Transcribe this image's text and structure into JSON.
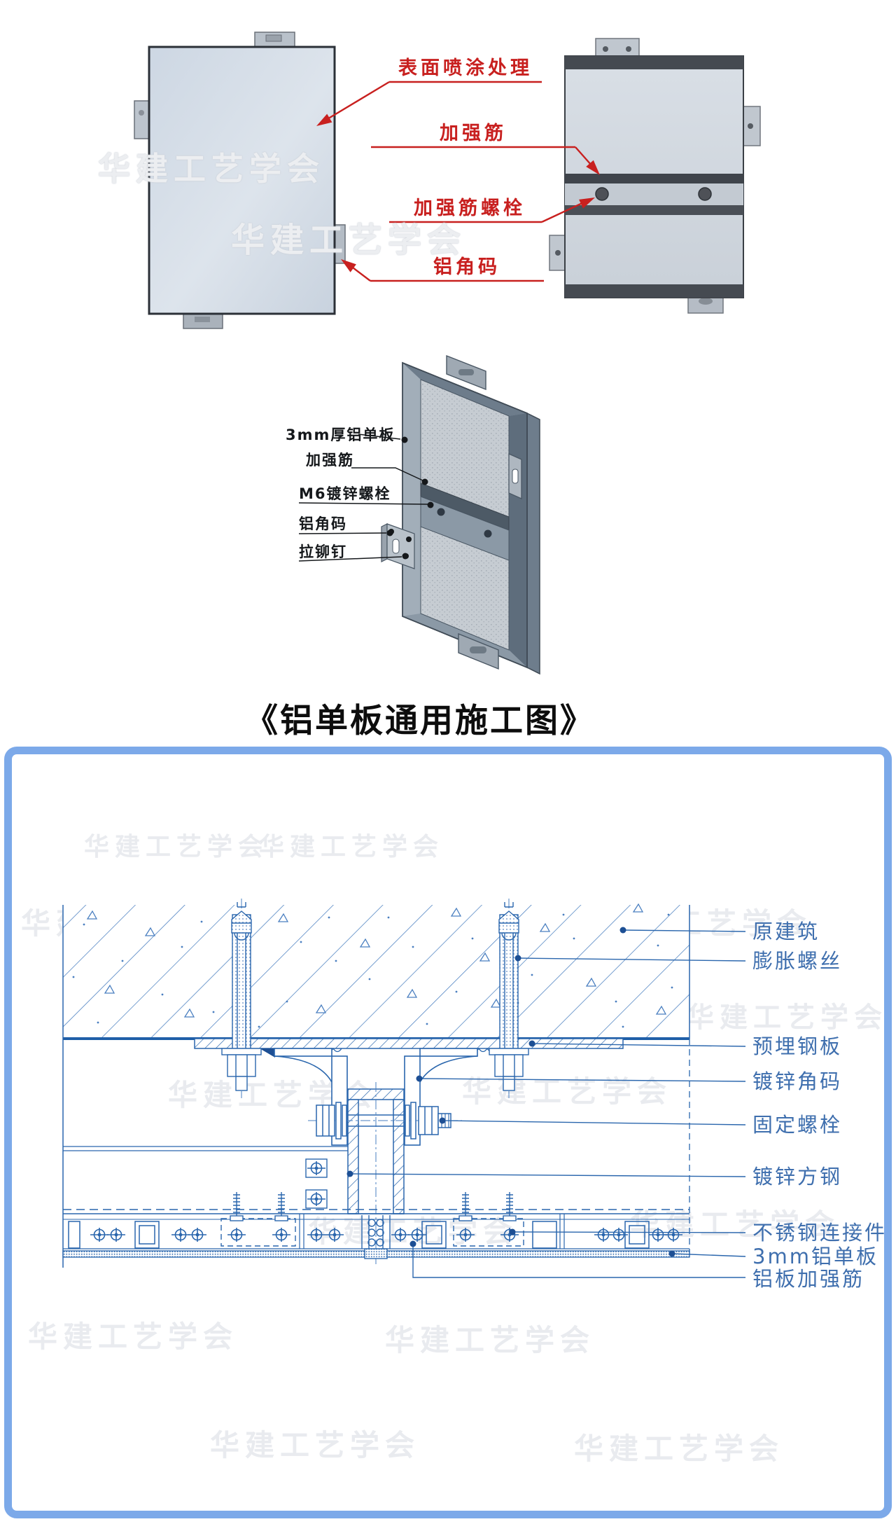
{
  "title": "《铝单板通用施工图》",
  "watermark": "华建工艺学会",
  "top_diagram": {
    "labels": {
      "surface": "表面喷涂处理",
      "rib": "加强筋",
      "rib_bolt": "加强筋螺栓",
      "corner_code": "铝角码"
    }
  },
  "middle_diagram": {
    "labels": {
      "panel": "3mm厚铝单板",
      "rib": "加强筋",
      "bolt": "M6镀锌螺栓",
      "corner_code": "铝角码",
      "rivet": "拉铆钉"
    }
  },
  "bottom_diagram": {
    "labels": {
      "building": "原建筑",
      "expansion_screw": "膨胀螺丝",
      "embedded_plate": "预埋钢板",
      "galv_angle": "镀锌角码",
      "fixing_bolt": "固定螺栓",
      "galv_square_tube": "镀锌方钢",
      "ss_connector": "不锈钢连接件",
      "alu_panel": "3mm铝单板",
      "panel_rib": "铝板加强筋"
    }
  },
  "colors": {
    "annotation_red": "#c8201f",
    "drawing_blue": "#2a66ad",
    "label_blue": "#3f6fae",
    "frame_blue": "#7ca9e9"
  }
}
